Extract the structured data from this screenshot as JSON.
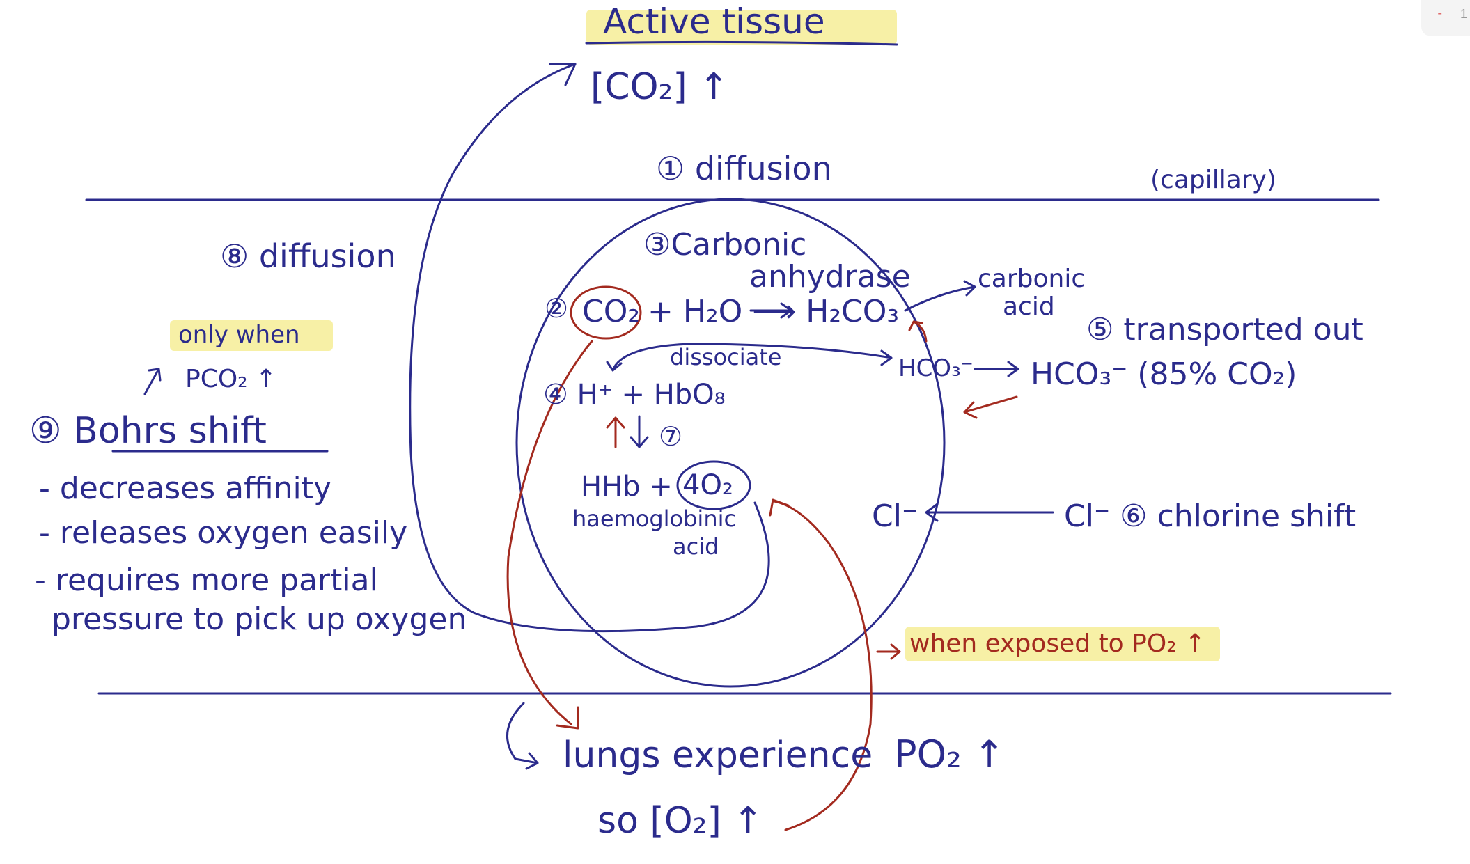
{
  "labels": {
    "active_tissue": "Active tissue",
    "co2_conc_up": "[CO₂] ↑",
    "diffusion_1": "① diffusion",
    "capillary": "(capillary)",
    "diffusion_8": "⑧ diffusion",
    "carbonic_anhydrase_1": "③Carbonic",
    "carbonic_anhydrase_2": "anhydrase",
    "step2_marker": "②",
    "eq_co2": "CO₂",
    "eq_rest": "+ H₂O ⟶ H₂CO₃",
    "carbonic_acid_1": "carbonic",
    "carbonic_acid_2": "acid",
    "dissociate": "dissociate",
    "hco3_inner": "HCO₃⁻",
    "step4": "④ H⁺ + HbO₈",
    "step7": "⑦",
    "hhb": "HHb +",
    "o2": "4O₂",
    "haemoglobinic_1": "haemoglobinic",
    "haemoglobinic_2": "acid",
    "transported_out": "⑤ transported out",
    "hco3_out": "HCO₃⁻ (85% CO₂)",
    "cl_inner": "Cl⁻",
    "cl_outer": "Cl⁻ ⑥ chlorine shift",
    "only_when_1": "only when",
    "only_when_2": "PCO₂ ↑",
    "bohrs": "⑨ Bohrs shift",
    "bullet1": "- decreases affinity",
    "bullet2": "- releases oxygen easily",
    "bullet3": "- requires more partial",
    "bullet4": "pressure to pick up oxygen",
    "when_exposed": "when exposed to PO₂ ↑",
    "lungs": "lungs experience",
    "po2_up": "PO₂ ↑",
    "o2_conc_up": "so [O₂] ↑"
  },
  "corner_badge": "1",
  "colors": {
    "ink": "#2b2b8c",
    "red": "#a32a1f",
    "highlight": "#f7f0a6"
  }
}
